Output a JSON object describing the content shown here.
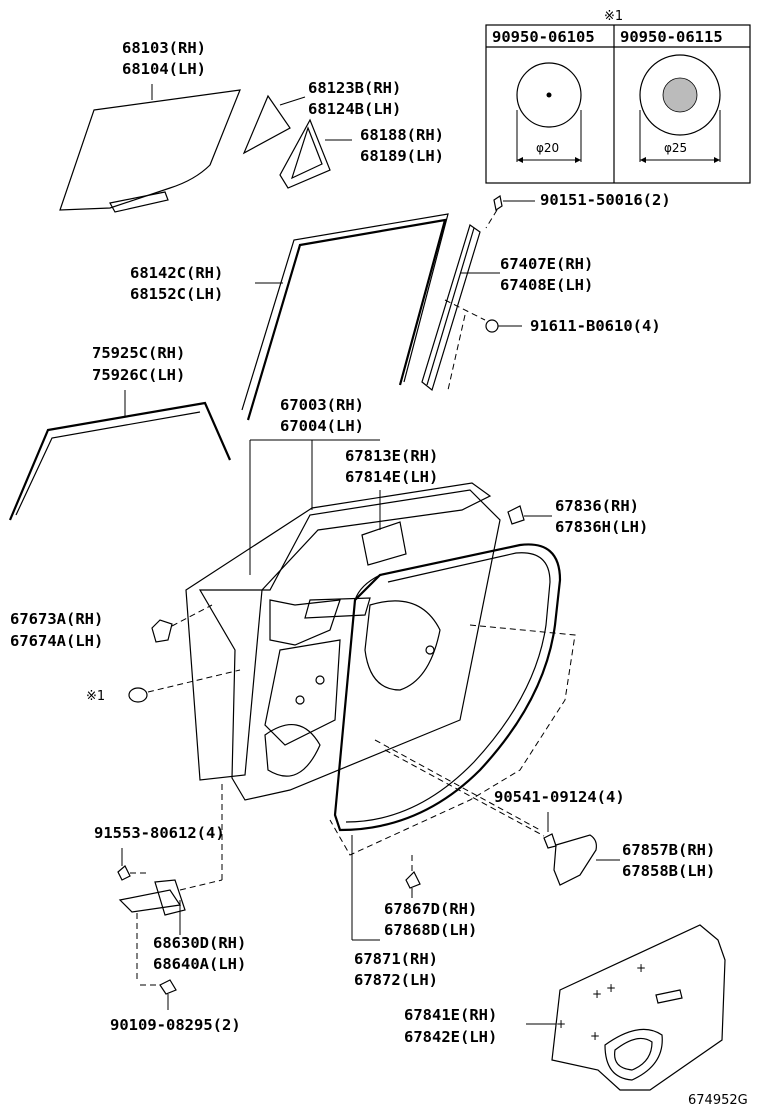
{
  "diagram_id": "674952G",
  "labels": {
    "l68103": [
      "68103(RH)",
      "68104(LH)"
    ],
    "l68123": [
      "68123B(RH)",
      "68124B(LH)"
    ],
    "l68188": [
      "68188(RH)",
      "68189(LH)"
    ],
    "l90151": [
      "90151-50016(2)"
    ],
    "l68142": [
      "68142C(RH)",
      "68152C(LH)"
    ],
    "l67407": [
      "67407E(RH)",
      "67408E(LH)"
    ],
    "l91611": [
      "91611-B0610(4)"
    ],
    "l75925": [
      "75925C(RH)",
      "75926C(LH)"
    ],
    "l67003": [
      "67003(RH)",
      "67004(LH)"
    ],
    "l67813": [
      "67813E(RH)",
      "67814E(LH)"
    ],
    "l67836": [
      "67836(RH)",
      "67836H(LH)"
    ],
    "l67673": [
      "67673A(RH)",
      "67674A(LH)"
    ],
    "l90541": [
      "90541-09124(4)"
    ],
    "l91553": [
      "91553-80612(4)"
    ],
    "l67857": [
      "67857B(RH)",
      "67858B(LH)"
    ],
    "l67867": [
      "67867D(RH)",
      "67868D(LH)"
    ],
    "l68630": [
      "68630D(RH)",
      "68640A(LH)"
    ],
    "l67871": [
      "67871(RH)",
      "67872(LH)"
    ],
    "l90109": [
      "90109-08295(2)"
    ],
    "l67841": [
      "67841E(RH)",
      "67842E(LH)"
    ]
  },
  "ref_mark": "※1",
  "ref_mark_side": "※1",
  "plug_table": {
    "mark": "※1",
    "columns": [
      "90950-06105",
      "90950-06115"
    ],
    "diameters": [
      "φ20",
      "φ25"
    ]
  }
}
